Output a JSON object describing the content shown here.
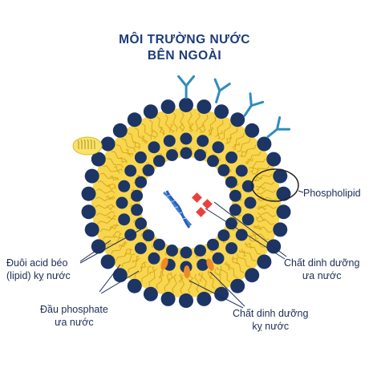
{
  "title": {
    "line1": "MÔI TRƯỜNG NƯỚC",
    "line2": "BÊN NGOÀI"
  },
  "labels": {
    "phospholipid": "Phospholipid",
    "fatty_tail": [
      "Đuôi acid béo",
      "(lipid) kỵ nước"
    ],
    "phosphate_head": [
      "Đầu phosphate",
      "ưa nước"
    ],
    "hydrophilic_nutrient": [
      "Chất dinh dưỡng",
      "ưa nước"
    ],
    "hydrophobic_nutrient": [
      "Chất dinh dưỡng",
      "kỵ nước"
    ]
  },
  "colors": {
    "head": "#1c3565",
    "tail": "#f7d24c",
    "tail_stroke": "#d9a91a",
    "receptor": "#2f8dbd",
    "dna": "#3f7ed8",
    "hydrophilic": "#e8423a",
    "hydrophobic": "#f08a28",
    "label": "#1c2c54"
  }
}
